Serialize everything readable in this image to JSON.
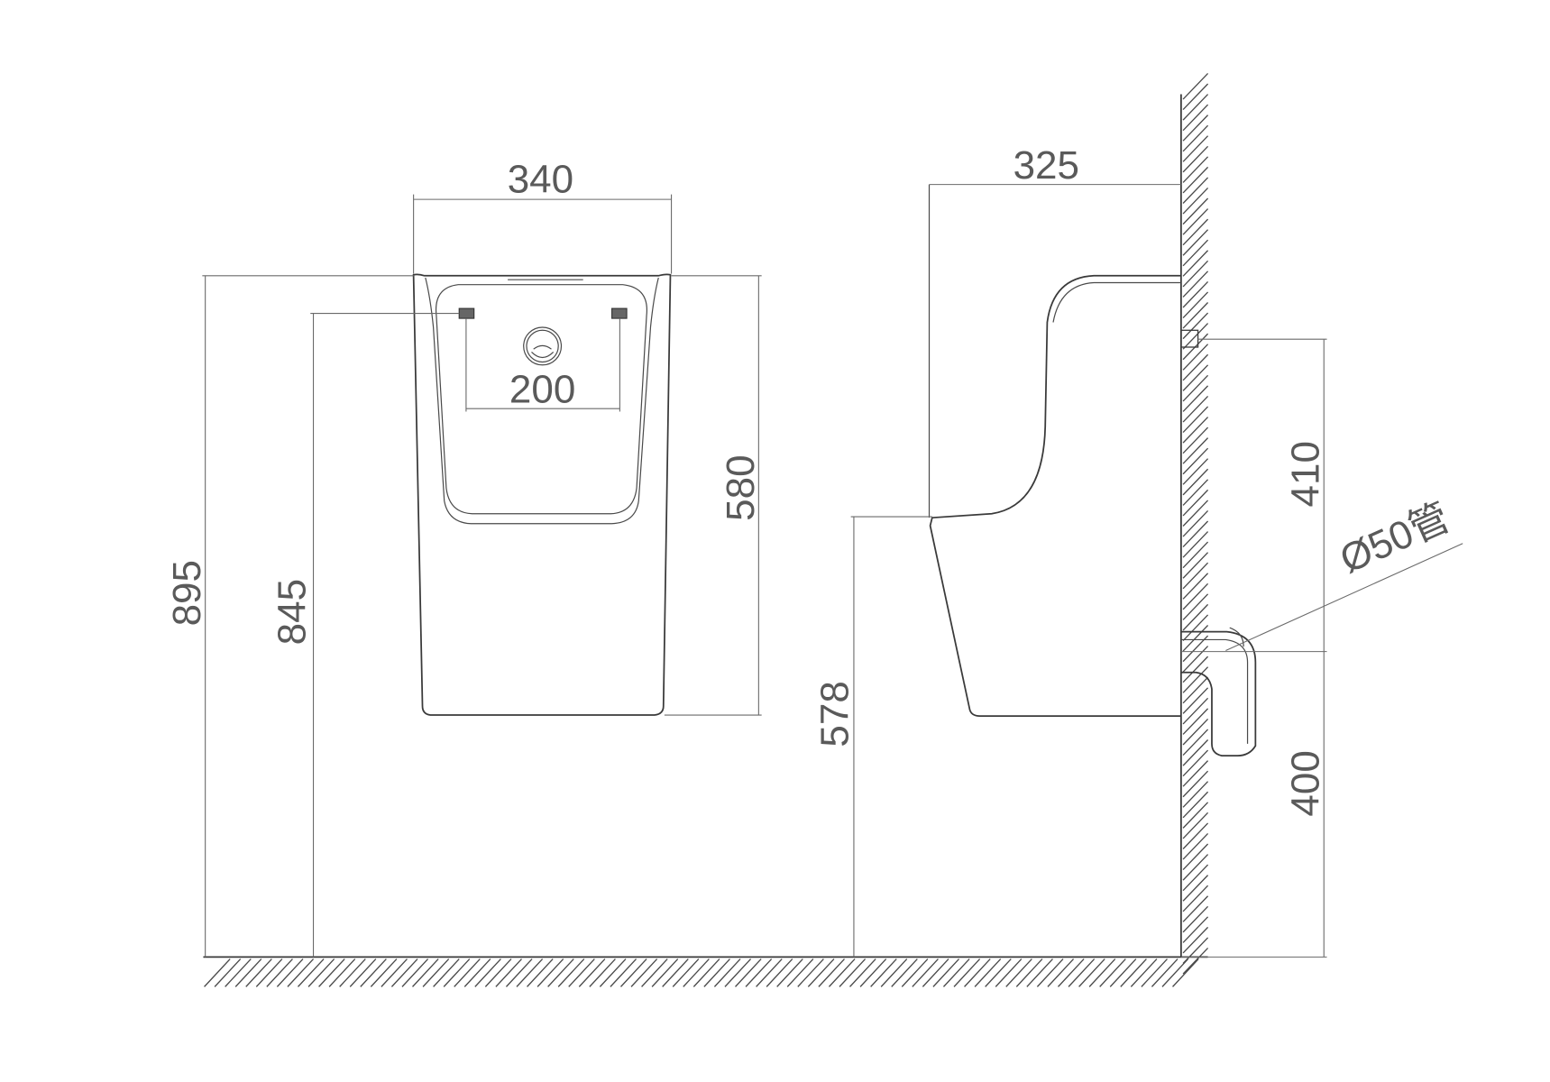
{
  "dimensions": {
    "front_width": "340",
    "bracket_spacing": "200",
    "body_height": "580",
    "total_height": "895",
    "bracket_height": "845",
    "side_depth": "325",
    "lip_height": "578",
    "inlet_to_outlet": "410",
    "outlet_height": "400",
    "pipe_label": "Ø50管"
  },
  "colors": {
    "line": "#3a3a3a",
    "dimension": "#6a6a6a",
    "text": "#5a5a5a",
    "bracket_fill": "#666666",
    "background": "#ffffff"
  }
}
